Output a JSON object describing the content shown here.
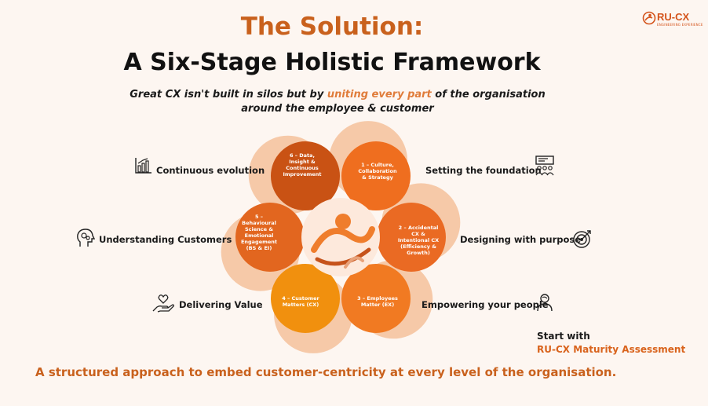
{
  "header": {
    "title_line1": "The Solution:",
    "title_line2": "A Six-Stage Holistic Framework",
    "subtitle_pre": "Great CX isn't built in silos but by ",
    "subtitle_highlight": "uniting every part",
    "subtitle_post": " of the organisation",
    "subtitle_line2": "around the employee & customer"
  },
  "brand": {
    "logo_text": "RU-CX",
    "logo_tagline": "ENGINEERING EXPERIENCE"
  },
  "stages": [
    {
      "label_lines": [
        "1 – Culture,",
        "Collaboration",
        "& Strategy"
      ],
      "color": "#ef6e1f",
      "side_label": "Setting the foundation",
      "icon": "team-meeting-icon"
    },
    {
      "label_lines": [
        "2 – Accidental",
        "CX &",
        "Intentional CX",
        "(Efficiency &",
        "Growth)"
      ],
      "color": "#ea6a23",
      "side_label": "Designing with purpose",
      "icon": "target-icon"
    },
    {
      "label_lines": [
        "3 – Employees",
        "Matter (EX)"
      ],
      "color": "#f17a22",
      "side_label": "Empowering your people",
      "icon": "person-icon"
    },
    {
      "label_lines": [
        "4 – Customer",
        "Matters (CX)"
      ],
      "color": "#f1900e",
      "side_label": "Delivering Value",
      "icon": "heart-hand-icon"
    },
    {
      "label_lines": [
        "5 –",
        "Behavioural",
        "Science &",
        "Emotional",
        "Engagement",
        "(BS & EI)"
      ],
      "color": "#e2661f",
      "side_label": "Understanding Customers",
      "icon": "head-gears-icon"
    },
    {
      "label_lines": [
        "6 – Data,",
        "Insight &",
        "Continuous",
        "Improvement"
      ],
      "color": "#c95214",
      "side_label": "Continuous evolution",
      "icon": "bar-chart-icon"
    }
  ],
  "cta": {
    "line1": "Start with",
    "line2": "RU-CX Maturity Assessment"
  },
  "footer": {
    "text": "A structured approach to embed customer-centricity at every level of the organisation."
  },
  "colors": {
    "accent": "#c9611d",
    "highlight": "#e07c3a",
    "background": "#fdf6f1"
  }
}
